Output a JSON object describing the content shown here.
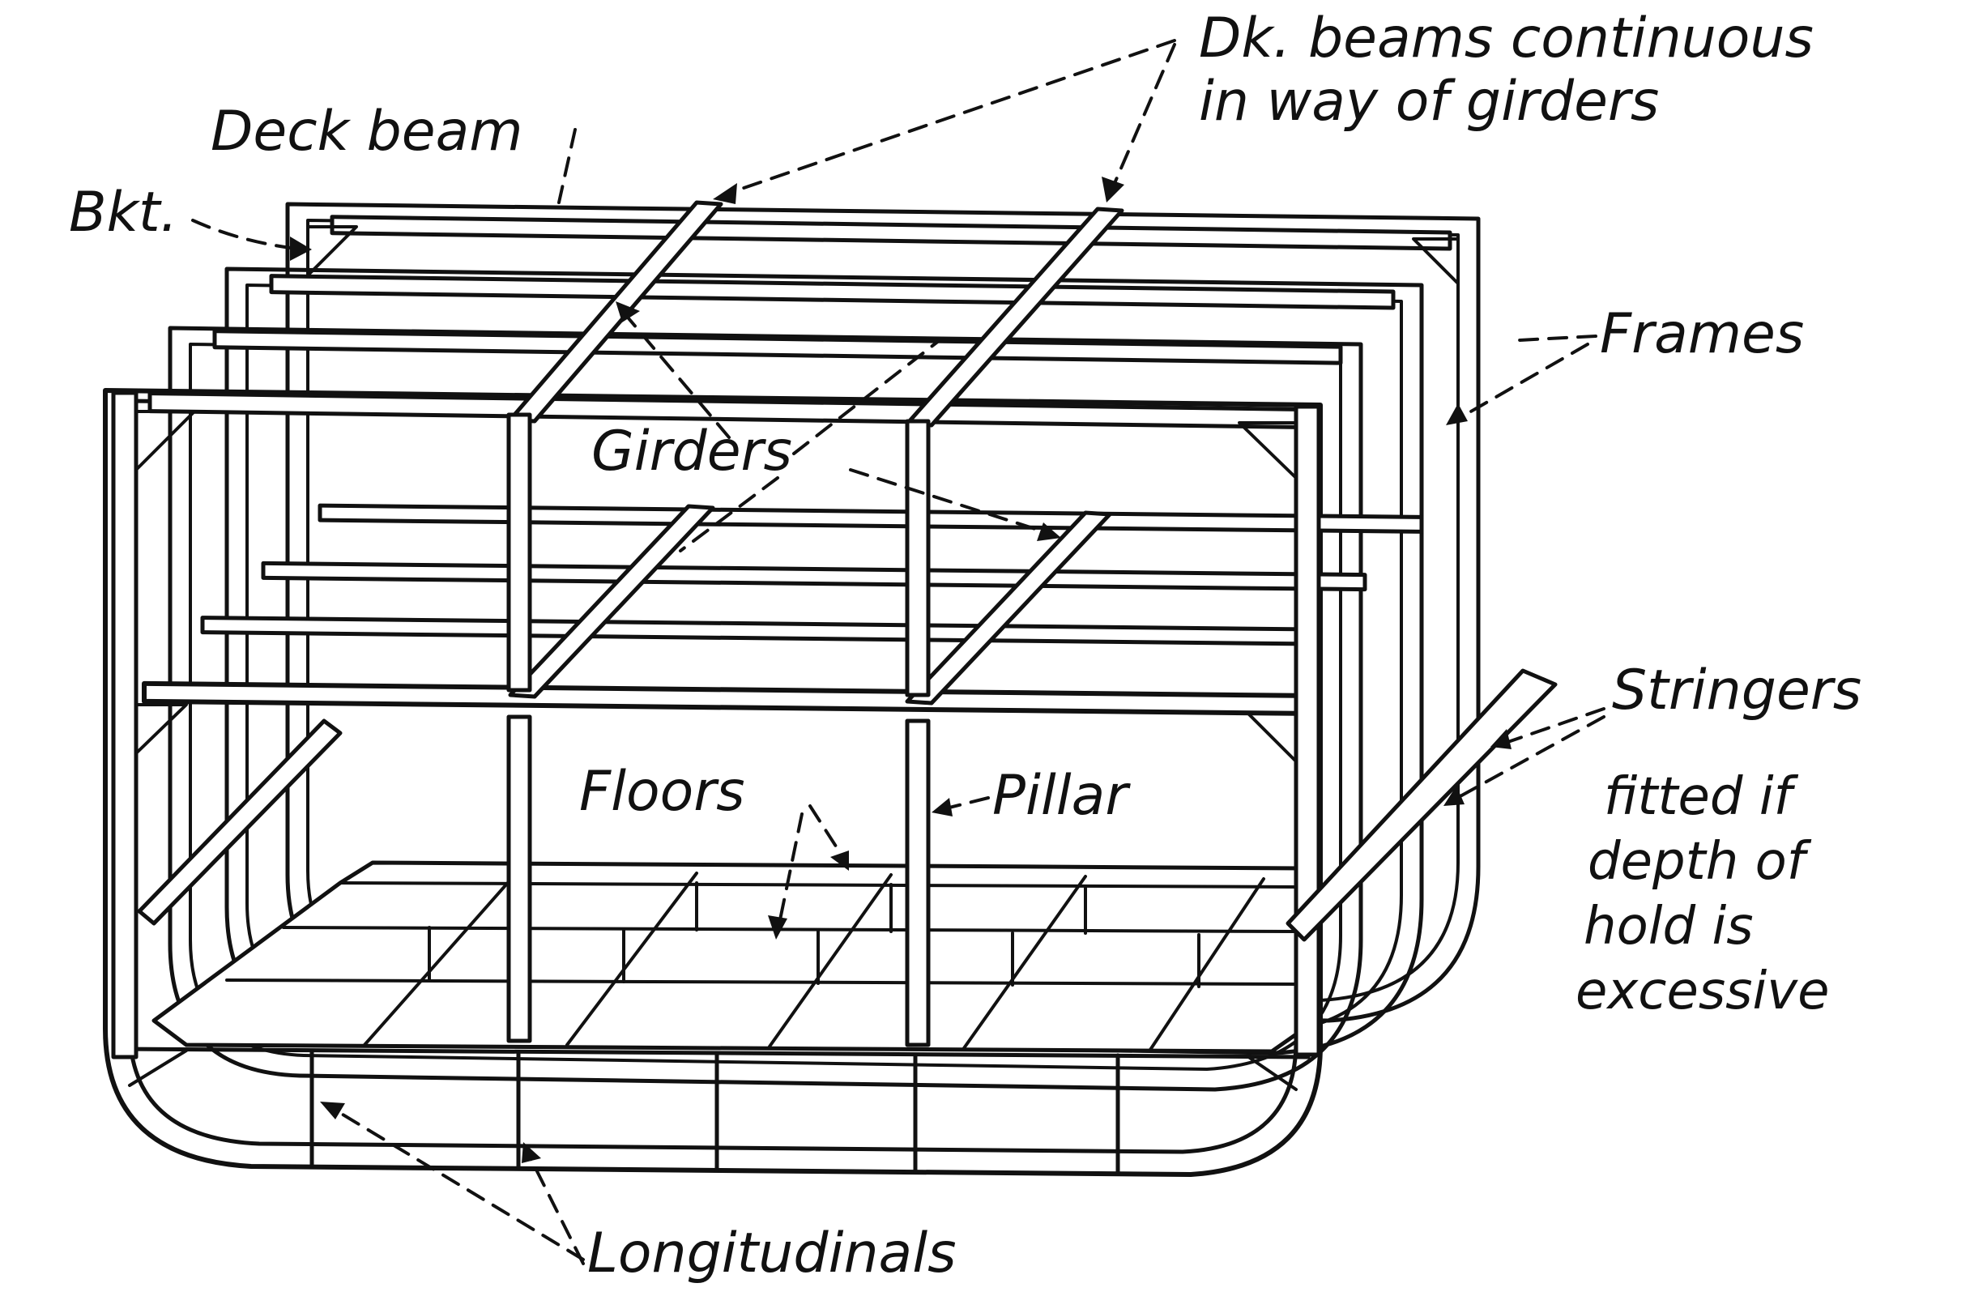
{
  "labels": {
    "deck_beam": "Deck beam",
    "bkt": "Bkt.",
    "dk_beams_line1": "Dk. beams continuous",
    "dk_beams_line2": "in way of girders",
    "frames": "Frames",
    "girders": "Girders",
    "stringers": "Stringers",
    "stringers_note_line1": "fitted if",
    "stringers_note_line2": "depth of",
    "stringers_note_line3": "hold is",
    "stringers_note_line4": "excessive",
    "floors": "Floors",
    "pillar": "Pillar",
    "longitudinals": "Longitudinals"
  }
}
